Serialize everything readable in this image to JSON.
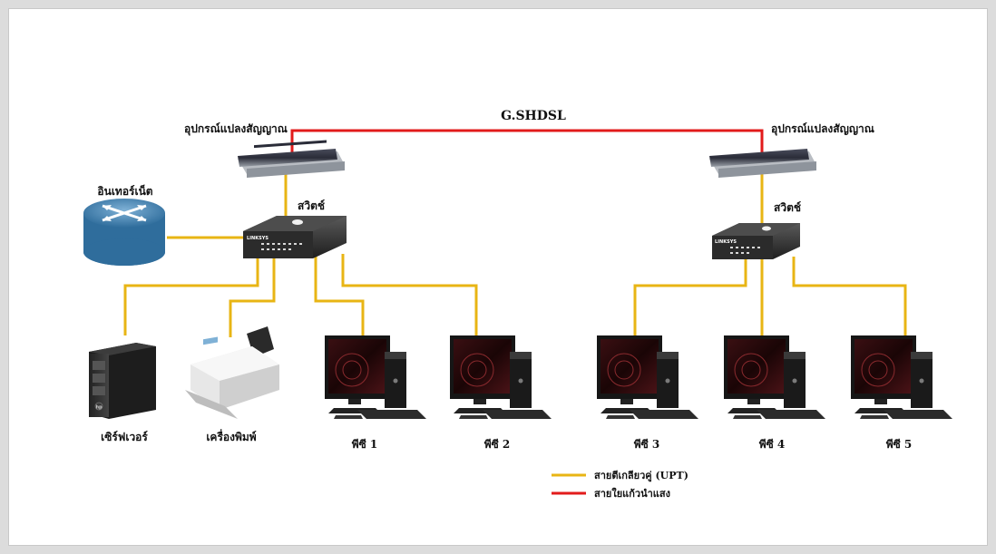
{
  "labels": {
    "link": "G.SHDSL",
    "modem_left": "อุปกรณ์แปลงสัญญาณ",
    "modem_right": "อุปกรณ์แปลงสัญญาณ",
    "switch_left": "สวิตช์",
    "switch_right": "สวิตช์",
    "internet": "อินเทอร์เน็ต",
    "server": "เซิร์ฟเวอร์",
    "printer": "เครื่องพิมพ์",
    "pc1": "พีซี 1",
    "pc2": "พีซี 2",
    "pc3": "พีซี 3",
    "pc4": "พีซี 4",
    "pc5": "พีซี 5"
  },
  "device_text": {
    "switch_brand_left": "LINKSYS",
    "switch_brand_right": "LINKSYS",
    "server_brand": "hp"
  },
  "legend": {
    "utp": "สายตีเกลียวคู่ (UPT)",
    "fiber": "สายใยแก้วนำแสง"
  },
  "colors": {
    "utp": "#e8b514",
    "fiber": "#e21b1b",
    "background": "#ffffff",
    "frame": "#dcdcdc"
  }
}
